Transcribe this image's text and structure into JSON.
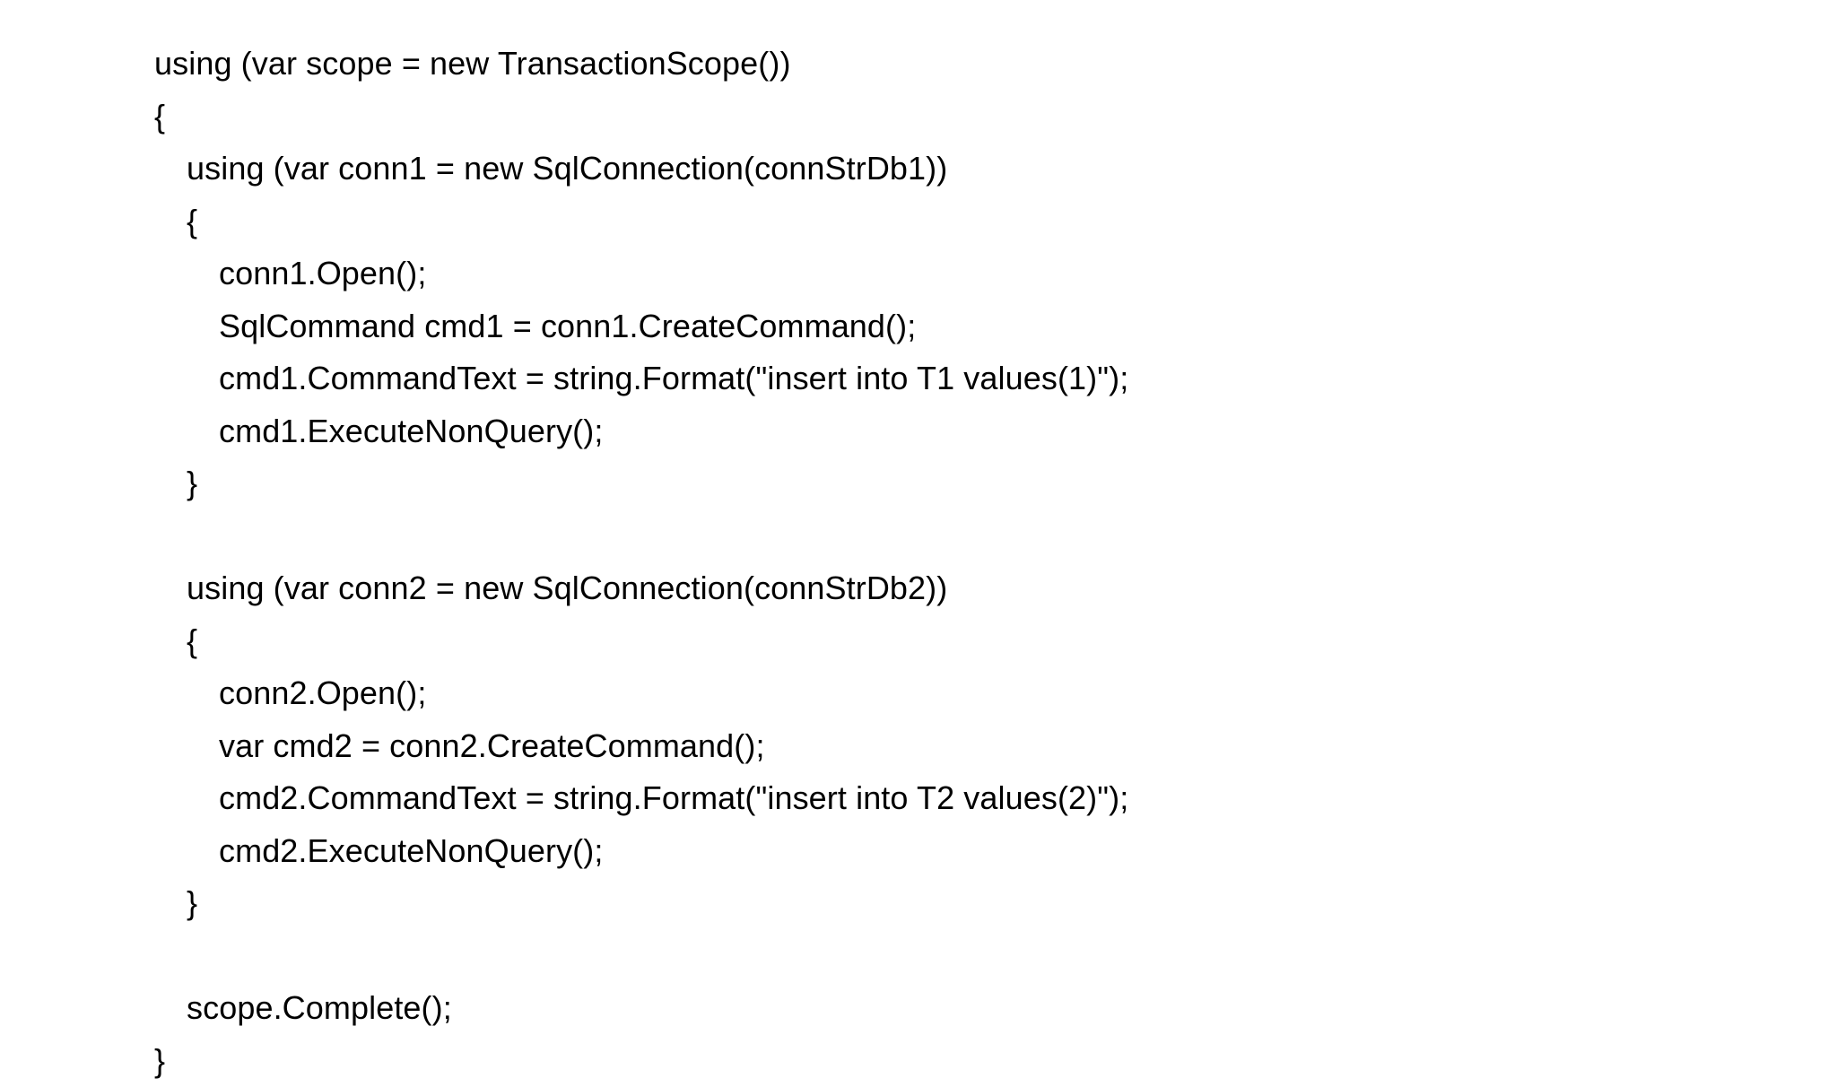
{
  "document": {
    "kind": "code-snippet",
    "language": "C#",
    "background_color": "#FFFFFF",
    "text_color": "#000000"
  },
  "code": {
    "lines": [
      {
        "indent": 0,
        "text": "using (var scope = new TransactionScope())"
      },
      {
        "indent": 0,
        "text": "{"
      },
      {
        "indent": 1,
        "text": "using (var conn1 = new SqlConnection(connStrDb1))"
      },
      {
        "indent": 1,
        "text": "{"
      },
      {
        "indent": 2,
        "text": "conn1.Open();"
      },
      {
        "indent": 2,
        "text": "SqlCommand cmd1 = conn1.CreateCommand();"
      },
      {
        "indent": 2,
        "text": "cmd1.CommandText = string.Format(\"insert into T1 values(1)\");"
      },
      {
        "indent": 2,
        "text": "cmd1.ExecuteNonQuery();"
      },
      {
        "indent": 1,
        "text": "}"
      },
      {
        "indent": 0,
        "text": ""
      },
      {
        "indent": 1,
        "text": "using (var conn2 = new SqlConnection(connStrDb2))"
      },
      {
        "indent": 1,
        "text": "{"
      },
      {
        "indent": 2,
        "text": "conn2.Open();"
      },
      {
        "indent": 2,
        "text": "var cmd2 = conn2.CreateCommand();"
      },
      {
        "indent": 2,
        "text": "cmd2.CommandText = string.Format(\"insert into T2 values(2)\");"
      },
      {
        "indent": 2,
        "text": "cmd2.ExecuteNonQuery();"
      },
      {
        "indent": 1,
        "text": "}"
      },
      {
        "indent": 0,
        "text": ""
      },
      {
        "indent": 1,
        "text": "scope.Complete();"
      },
      {
        "indent": 0,
        "text": "}"
      }
    ]
  }
}
